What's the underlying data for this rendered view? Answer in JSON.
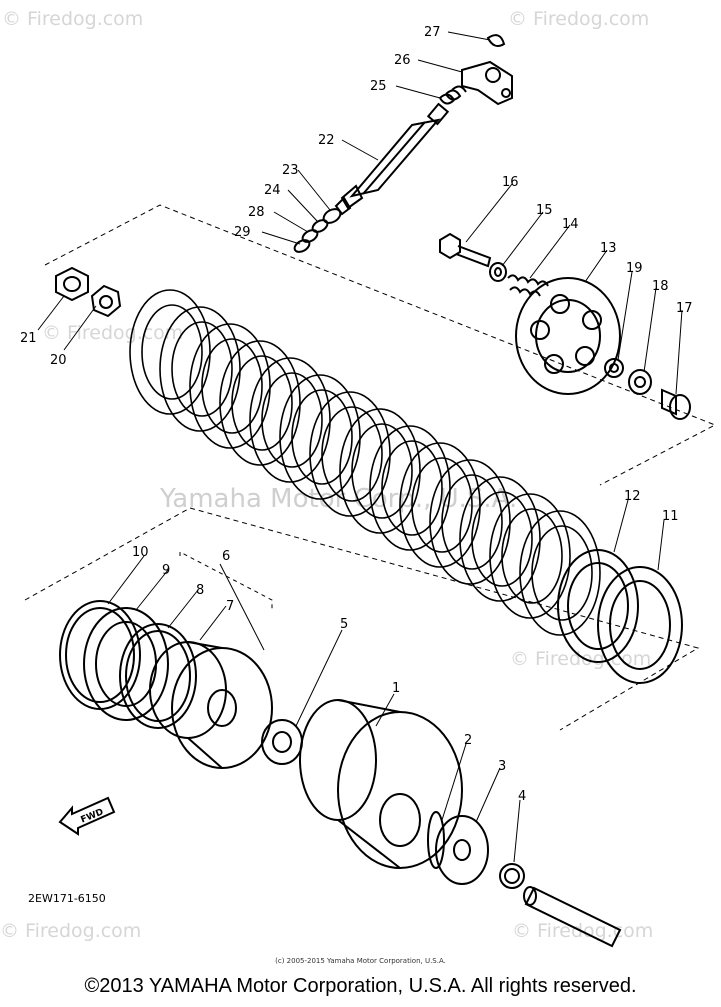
{
  "watermark": {
    "firedog": "© Firedog.com",
    "center": "Yamaha Motor Corp., U.S.A."
  },
  "parts": {
    "p1": "1",
    "p2": "2",
    "p3": "3",
    "p4": "4",
    "p5": "5",
    "p6": "6",
    "p7": "7",
    "p8": "8",
    "p9": "9",
    "p10": "10",
    "p11": "11",
    "p12": "12",
    "p13": "13",
    "p14": "14",
    "p15": "15",
    "p16": "16",
    "p17": "17",
    "p18": "18",
    "p19": "19",
    "p20": "20",
    "p21": "21",
    "p22": "22",
    "p23": "23",
    "p24": "24",
    "p25": "25",
    "p26": "26",
    "p27": "27",
    "p28": "28",
    "p29": "29"
  },
  "fwd_label": "FWD",
  "diagram_code": "2EW171-6150",
  "small_copyright": "(c) 2005-2015 Yamaha Motor Corporation, U.S.A.",
  "copyright": "©2013 YAMAHA Motor Corporation, U.S.A. All rights reserved."
}
